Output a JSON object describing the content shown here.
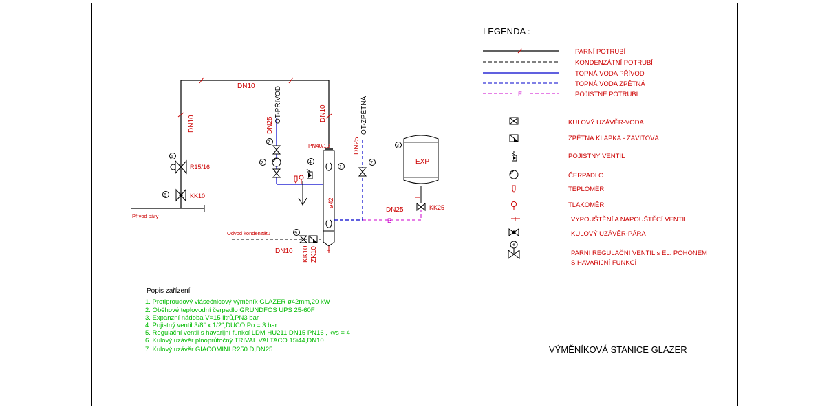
{
  "legend": {
    "title": "LEGENDA :",
    "lines": [
      {
        "label": "PARNÍ POTRUBÍ",
        "color": "#000000",
        "style": "solid-slash"
      },
      {
        "label": "KONDENZÁTNÍ POTRUBÍ",
        "color": "#000000",
        "style": "dashed"
      },
      {
        "label": "TOPNÁ VODA PŘÍVOD",
        "color": "#0000cc",
        "style": "solid"
      },
      {
        "label": "TOPNÁ VODA ZPĚTNÁ",
        "color": "#0000cc",
        "style": "dashed"
      },
      {
        "label": "POJISTNÉ POTRUBÍ",
        "color": "#cc00cc",
        "style": "dashed-e",
        "marker": "E"
      }
    ],
    "symbols": [
      {
        "label": "KULOVÝ UZÁVĚR-VODA",
        "icon": "ball-valve-water"
      },
      {
        "label": "ZPĚTNÁ KLAPKA - ZÁVITOVÁ",
        "icon": "check-valve"
      },
      {
        "label": "POJISTNÝ VENTIL",
        "icon": "safety-valve"
      },
      {
        "label": "ČERPADLO",
        "icon": "pump"
      },
      {
        "label": "TEPLOMĚR",
        "icon": "thermometer"
      },
      {
        "label": "TLAKOMĚR",
        "icon": "manometer"
      },
      {
        "label": "VYPOUŠTĚNÍ A NAPOUŠTĚCÍ VENTIL",
        "icon": "drain-valve"
      },
      {
        "label": "KULOVÝ UZÁVĚR-PÁRA",
        "icon": "ball-valve-steam"
      },
      {
        "label": "PARNÍ REGULAČNÍ VENTIL s EL. POHONEM",
        "label2": "S HAVARIJNÍ FUNKCÍ",
        "icon": "control-valve"
      }
    ]
  },
  "diagram": {
    "dn10_top": "DN10",
    "dn10_left": "DN10",
    "dn10_right": "DN10",
    "dn25_supply": "DN25",
    "ot_privod": "OT-PŘÍVOD",
    "ot_zpetna": "OT-ZPĚTNÁ",
    "dn25_return": "DN25",
    "dn25_safety": "DN25",
    "pn": "PN40/10",
    "r15": "R15/16",
    "kk10_left": "KK10",
    "privod_pary": "Přívod páry",
    "odvod": "Odvod kondenzátu",
    "dn10_bottom": "DN10",
    "kk10_bottom": "KK10",
    "zk10": "ZK10",
    "phi42": "ø42",
    "exp": "EXP",
    "kk25": "KK25",
    "e_marker": "E",
    "n1": "1",
    "n2": "2",
    "n3": "3",
    "n4": "4",
    "n5": "5",
    "n6": "6",
    "n7a": "7",
    "n7b": "7",
    "n9": "9"
  },
  "description": {
    "title": "Popis zařízení :",
    "items": [
      "1. Protiproudový vlásečnicový výměník GLAZER ø42mm,20 kW",
      "2. Oběhové teplovodní čerpadlo GRUNDFOS UPS 25-60F",
      "3. Expanzní nádoba V=15 litrů,PN3 bar",
      "4. Pojistný ventil 3/8\" x 1/2\",DUCO,Po = 3 bar",
      "5. Regulační ventil s havarijní funkcí LDM HU211 DN15 PN16 , kvs = 4",
      "6. Kulový uzávěr plnoprůtočný TRIVAL VALTACO 15i44,DN10",
      "7. Kulový uzávěr GIACOMINI R250 D,DN25"
    ]
  },
  "drawing_title": "VÝMĚNÍKOVÁ STANICE GLAZER",
  "colors": {
    "red": "#cc0000",
    "blue": "#0000cc",
    "magenta": "#cc00cc",
    "green": "#00bb00",
    "black": "#000000"
  }
}
